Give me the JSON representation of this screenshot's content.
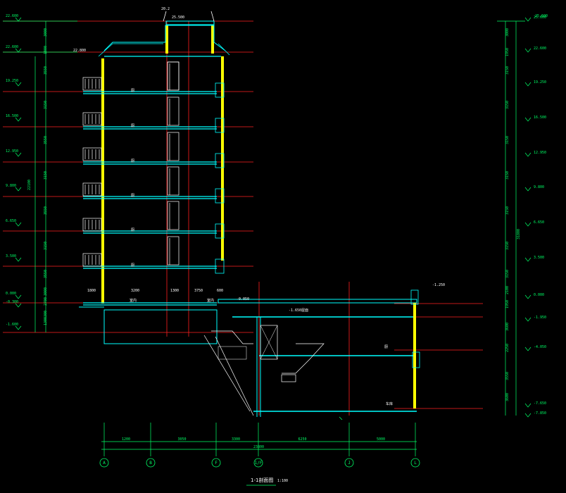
{
  "title": {
    "name": "1-1剖面图",
    "scale": "1:100"
  },
  "roof_labels": {
    "top": "25.600",
    "parapet": "25.500",
    "eave": "22.800",
    "ridge": "20.2"
  },
  "left_levels": [
    {
      "text": "22.600"
    },
    {
      "text": "22.600"
    },
    {
      "text": "19.250"
    },
    {
      "text": "16.500"
    },
    {
      "text": "12.950"
    },
    {
      "text": "9.800"
    },
    {
      "text": "6.650"
    },
    {
      "text": "3.500"
    },
    {
      "text": "0.000"
    },
    {
      "text": "-0.300"
    },
    {
      "text": "-1.600"
    }
  ],
  "right_levels": [
    {
      "text": "25.600"
    },
    {
      "text": "22.600"
    },
    {
      "text": "19.250"
    },
    {
      "text": "16.500"
    },
    {
      "text": "12.950"
    },
    {
      "text": "9.800"
    },
    {
      "text": "6.650"
    },
    {
      "text": "3.500"
    },
    {
      "text": "0.000"
    },
    {
      "text": "-1.950"
    },
    {
      "text": "-4.050"
    },
    {
      "text": "-7.650"
    },
    {
      "text": "-7.850"
    }
  ],
  "left_dims": [
    "3000",
    "1000",
    "3550",
    "3150",
    "3550",
    "3150",
    "3550",
    "3150",
    "3550",
    "3000",
    "2700",
    "300",
    "1300"
  ],
  "left_total": "22100",
  "right_dims": [
    "3000",
    "1950",
    "3150",
    "3150",
    "3150",
    "3150",
    "3150",
    "3150",
    "3150",
    "2100",
    "1950",
    "3600",
    "2250",
    "3550",
    "3600"
  ],
  "right_total": "31800",
  "axis_dims": [
    "1200",
    "3050",
    "3300",
    "6250",
    "5000"
  ],
  "axis_total": "23800",
  "axes": [
    "A",
    "B",
    "F",
    "1/F",
    "J",
    "L"
  ],
  "room_labels": [
    "室内",
    "室内",
    "厨",
    "厨",
    "厨",
    "厨",
    "厨",
    "厨",
    "厨",
    "车库"
  ],
  "annotations": {
    "podium_roof": "-1.650屋面",
    "top_mark": "-1.250",
    "mid_mark": "-0.050",
    "left_dims_bottom": [
      "1800",
      "3200",
      "1300",
      "3750",
      "600"
    ]
  }
}
